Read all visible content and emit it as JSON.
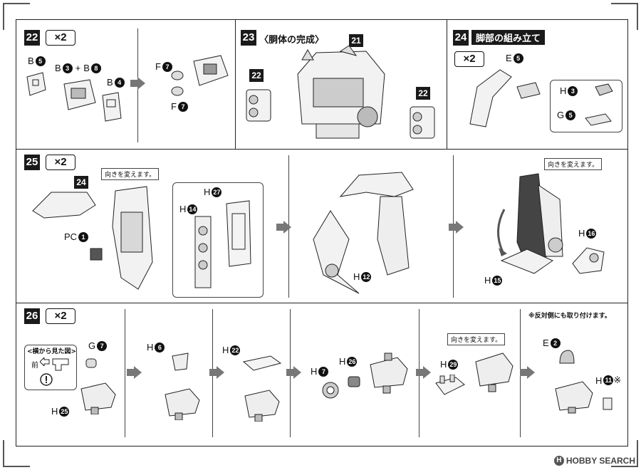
{
  "steps": {
    "s22": {
      "num": "22",
      "qty": "×2",
      "labels": {
        "b5": "B",
        "b5n": "5",
        "b3": "B",
        "b3n": "3",
        "plus": "+",
        "b8": "B",
        "b8n": "8",
        "b4": "B",
        "b4n": "4",
        "f7a": "F",
        "f7an": "7",
        "f7b": "F",
        "f7bn": "7"
      }
    },
    "s23": {
      "num": "23",
      "title": "〈胴体の完成〉",
      "ref21": "21",
      "ref22a": "22",
      "ref22b": "22"
    },
    "s24": {
      "num": "24",
      "title": "脚部の組み立て",
      "qty": "×2",
      "labels": {
        "e5": "E",
        "e5n": "5",
        "h3": "H",
        "h3n": "3",
        "g5": "G",
        "g5n": "5"
      }
    },
    "s25": {
      "num": "25",
      "qty": "×2",
      "ref24": "24",
      "note": "向きを変えます。",
      "note2": "向きを変えます。",
      "labels": {
        "pc1": "PC",
        "pc1n": "1",
        "h14": "H",
        "h14n": "14",
        "h27": "H",
        "h27n": "27",
        "h12": "H",
        "h12n": "12",
        "h16": "H",
        "h16n": "16",
        "h15": "H",
        "h15n": "15"
      }
    },
    "s26": {
      "num": "26",
      "qty": "×2",
      "sideview_title": "<横から見た図>",
      "front": "前",
      "note": "向きを変えます。",
      "warning": "※反対側にも取り付けます。",
      "labels": {
        "g7": "G",
        "g7n": "7",
        "h25": "H",
        "h25n": "25",
        "h6": "H",
        "h6n": "6",
        "h22": "H",
        "h22n": "22",
        "h7": "H",
        "h7n": "7",
        "h26": "H",
        "h26n": "26",
        "h29": "H",
        "h29n": "29",
        "e2": "E",
        "e2n": "2",
        "h11": "H",
        "h11n": "11",
        "h11mark": "※"
      }
    }
  },
  "watermark": "HOBBY SEARCH",
  "icons": [
    "arrow-right-icon",
    "rotate-arrow-icon",
    "warning-circle-icon",
    "front-arrow-icon",
    "hobbysearch-logo-icon"
  ],
  "colors": {
    "line": "#222222",
    "arrow": "#777777",
    "part_dark": "#3a3a3a",
    "part_fill": "#f2f2f2"
  }
}
